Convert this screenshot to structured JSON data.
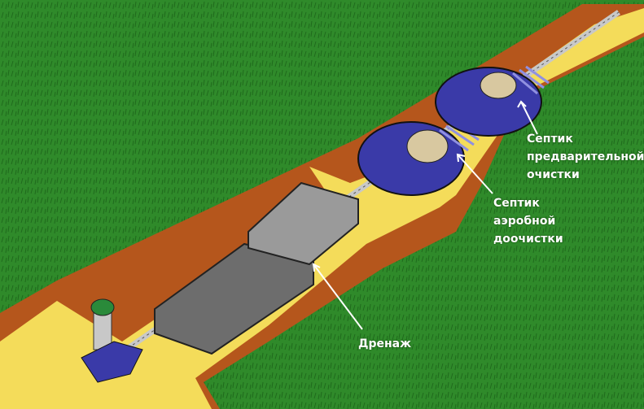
{
  "labels": {
    "pre_septic": [
      "Септик",
      "предварительной",
      "очистки"
    ],
    "aerobic_septic": [
      "Септик",
      "аэробной",
      "доочистки"
    ],
    "drainage": "Дренаж"
  },
  "colors": {
    "grass": "#2f8a2a",
    "soil": "#b5561c",
    "sand": "#f4dc5a",
    "tank": "#3a3aa8",
    "concrete": "#8a8a8a",
    "pipe": "#c8c8c8"
  }
}
